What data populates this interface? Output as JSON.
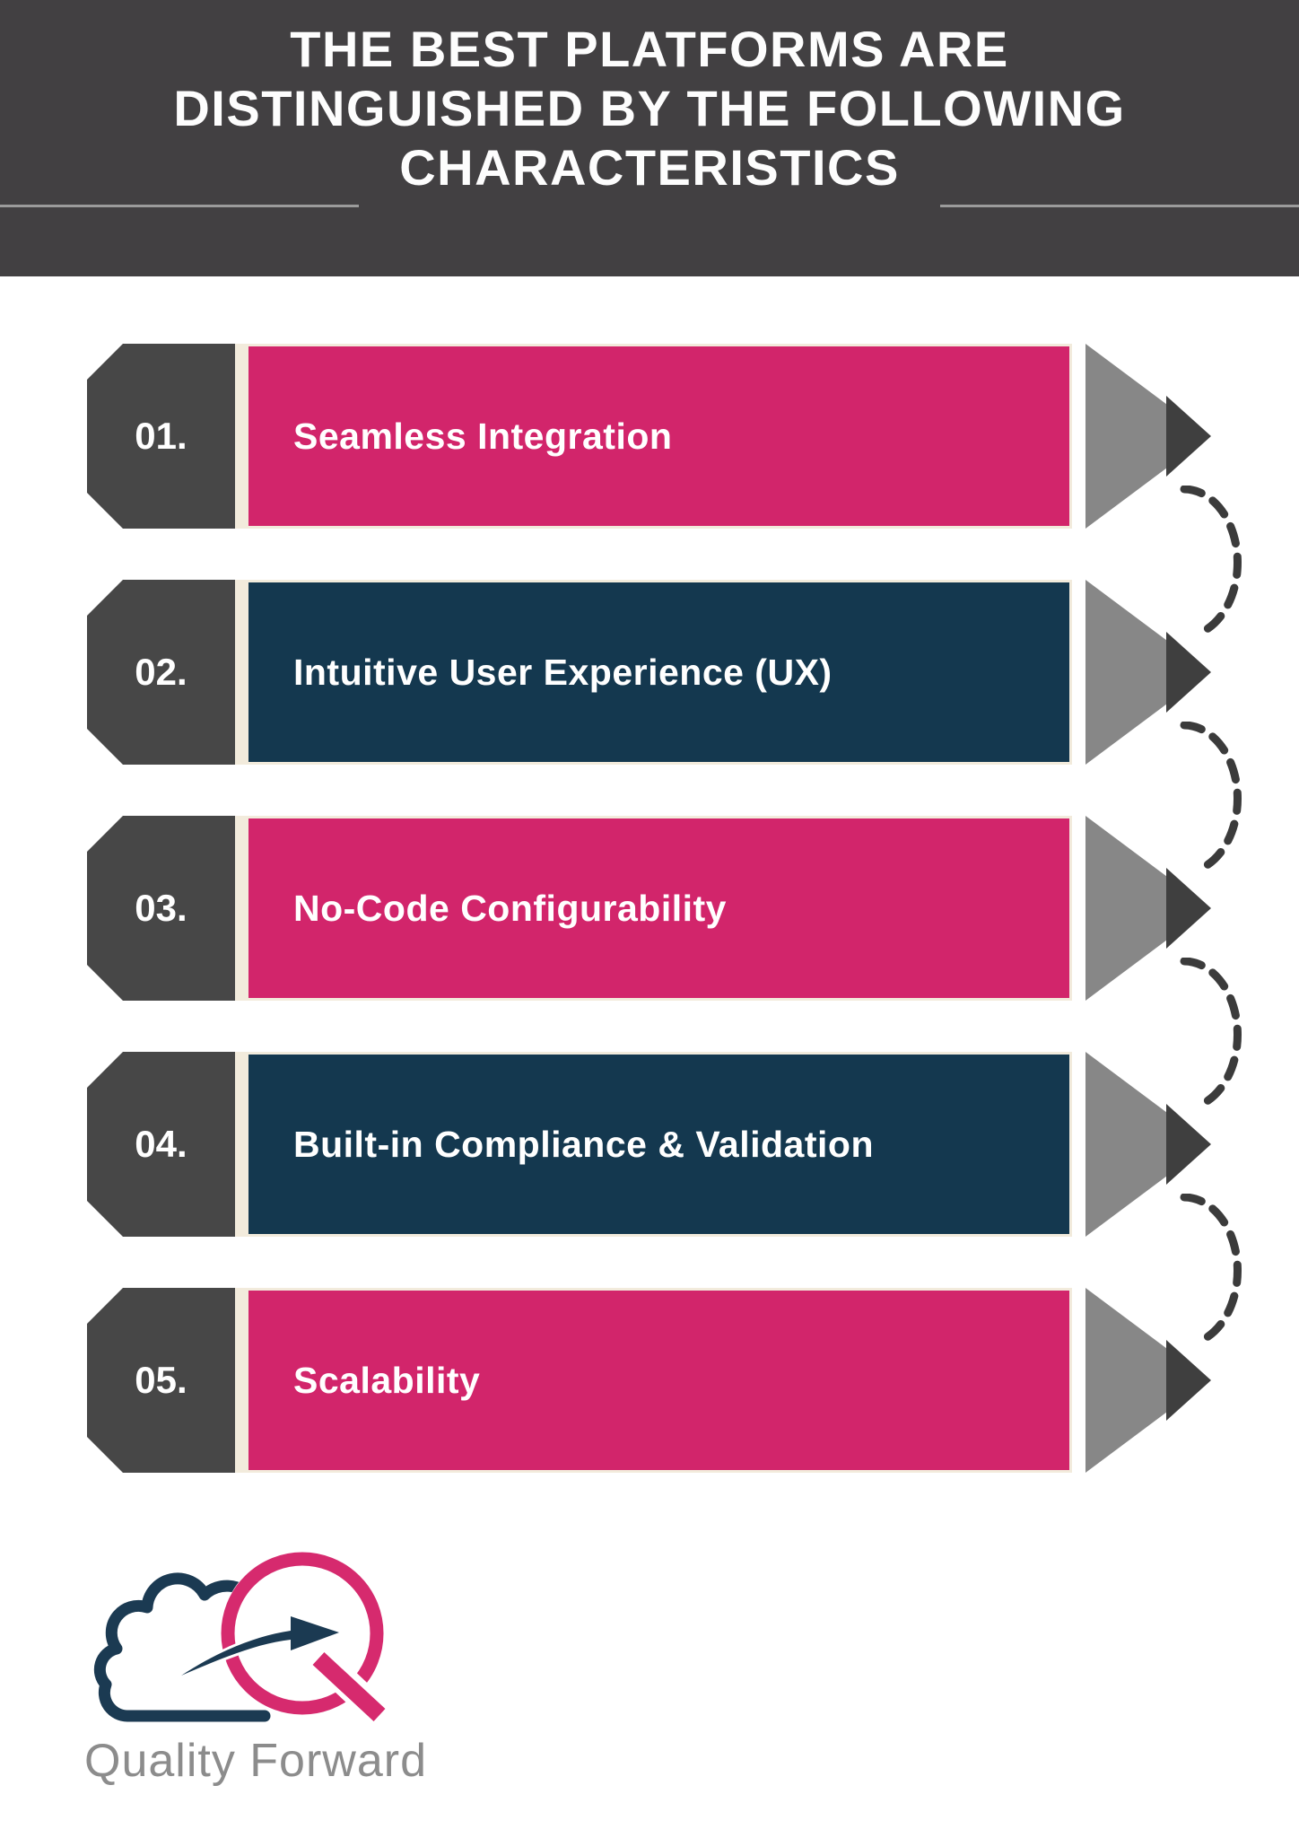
{
  "header": {
    "title_lines": [
      "THE BEST PLATFORMS ARE",
      "DISTINGUISHED BY THE FOLLOWING",
      "CHARACTERISTICS"
    ]
  },
  "rows": [
    {
      "number": "01.",
      "label": "Seamless Integration",
      "color": "#D2256B"
    },
    {
      "number": "02.",
      "label": "Intuitive User Experience (UX)",
      "color": "#14384F"
    },
    {
      "number": "03.",
      "label": "No-Code Configurability",
      "color": "#D2256B"
    },
    {
      "number": "04.",
      "label": "Built-in Compliance & Validation",
      "color": "#14384F"
    },
    {
      "number": "05.",
      "label": "Scalability",
      "color": "#D2256B"
    }
  ],
  "colors": {
    "header_bg": "#424042",
    "number_block": "#474747",
    "cream_separator": "#F2EBDC",
    "pencil_tip_gray": "#878787",
    "pencil_tip_dark": "#3F3F3F",
    "accent_pink": "#D2256B",
    "accent_navy": "#14384F",
    "connector_dash": "#3B3B3B",
    "logo_text_gray": "#8C8C8C",
    "logo_pink": "#D62A6E",
    "logo_navy": "#1B3A52"
  },
  "footer": {
    "logo_text": "Quality Forward"
  }
}
